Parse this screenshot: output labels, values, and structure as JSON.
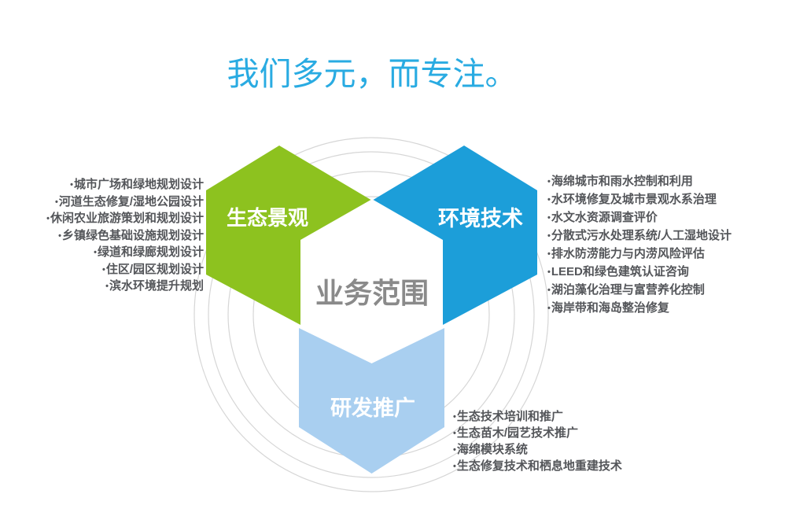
{
  "title": "我们多元，而专注。",
  "center": {
    "label": "业务范围"
  },
  "glyphs": {
    "bullet": "•"
  },
  "colors": {
    "background": "#FFFFFF",
    "title_blue": "#29ABE2",
    "green": "#8DC21F",
    "blue": "#1C9ED9",
    "light_blue": "#A9CFF0",
    "center_hex_fill": "#FFFFFF",
    "circle_stroke": "#D6D6D6",
    "petal_label_text": "#FFFFFF",
    "center_label_text": "#8A8A8A",
    "list_text": "#54565A"
  },
  "petals": {
    "eco_landscape": {
      "label": "生态景观",
      "items": [
        "城市广场和绿地规划设计",
        "河道生态修复/湿地公园设计",
        "休闲农业旅游策划和规划设计",
        "乡镇绿色基础设施规划设计",
        "绿道和绿廊规划设计",
        "住区/园区规划设计",
        "滨水环境提升规划"
      ]
    },
    "env_tech": {
      "label": "环境技术",
      "items": [
        "海绵城市和雨水控制和利用",
        "水环境修复及城市景观水系治理",
        "水文水资源调查评价",
        "分散式污水处理系统/人工湿地设计",
        "排水防涝能力与内涝风险评估",
        "LEED和绿色建筑认证咨询",
        "湖泊藻化治理与富营养化控制",
        "海岸带和海岛整治修复"
      ]
    },
    "rd_promo": {
      "label": "研发推广",
      "items": [
        "生态技术培训和推广",
        "生态苗木/园艺技术推广",
        "海绵模块系统",
        "生态修复技术和栖息地重建技术"
      ]
    }
  }
}
